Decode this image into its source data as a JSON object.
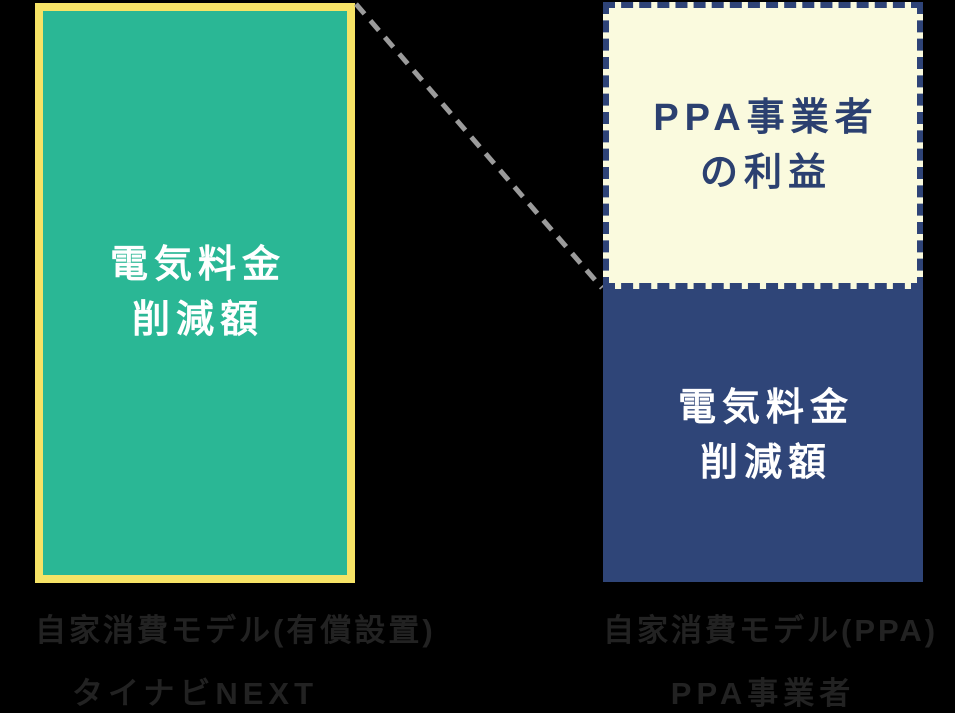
{
  "diagram": {
    "background_color": "#000000",
    "left_model": {
      "bar": {
        "label_line1": "電気料金",
        "label_line2": "削減額",
        "fill_color": "#2ab795",
        "border_color": "#f6e366",
        "text_color": "#ffffff"
      },
      "caption_line1": "自家消費モデル(有償設置)",
      "caption_line2": "タイナビNEXT"
    },
    "right_model": {
      "top_segment": {
        "label_line1": "PPA事業者",
        "label_line2": "の利益",
        "fill_color": "#fafade",
        "border_color": "#2e4377",
        "border_style": "dashed",
        "text_color": "#2b4070"
      },
      "bottom_segment": {
        "label_line1": "電気料金",
        "label_line2": "削減額",
        "fill_color": "#2f4578",
        "text_color": "#ffffff"
      },
      "caption_line1": "自家消費モデル(PPA)",
      "caption_line2": "PPA事業者"
    },
    "connector": {
      "style": "dashed",
      "color": "#9b9b9b",
      "from": "top-right of left bar",
      "to": "left edge of right column at segment boundary"
    },
    "caption_text_color": "#222222"
  }
}
